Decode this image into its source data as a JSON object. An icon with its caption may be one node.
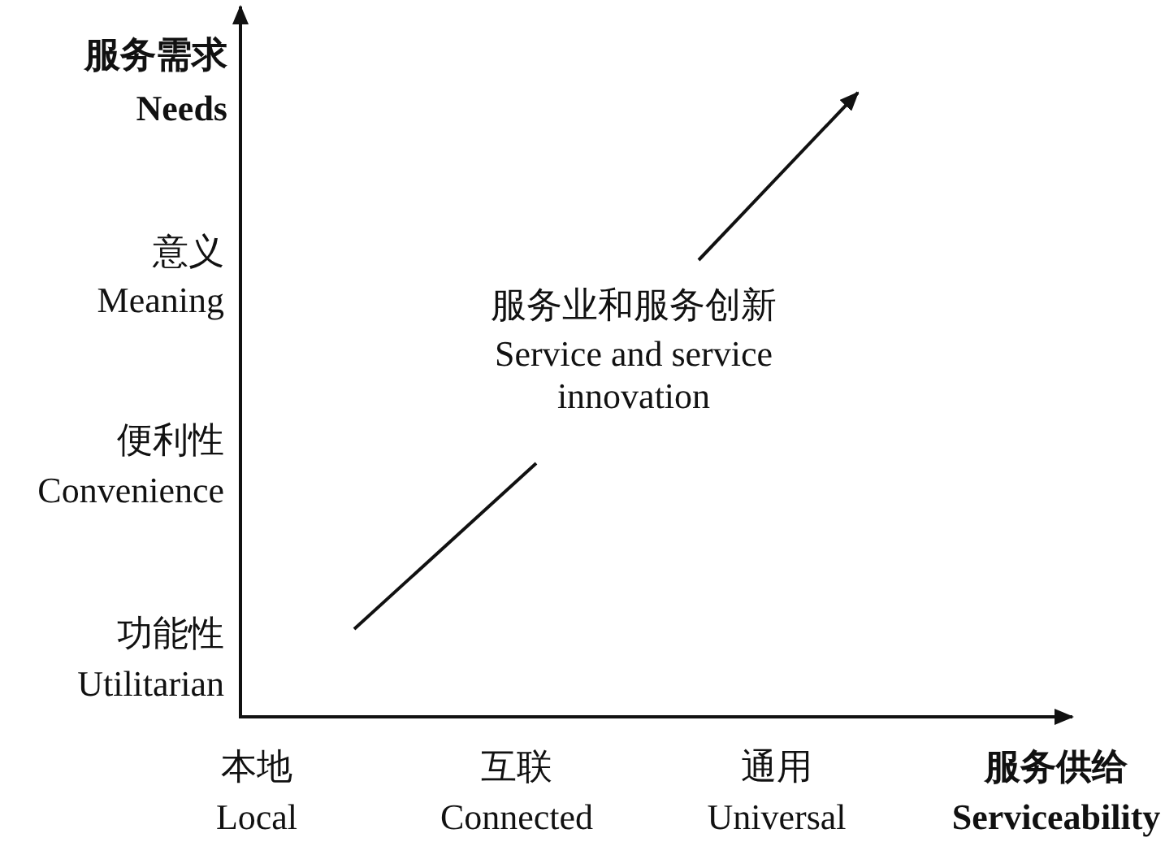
{
  "diagram": {
    "labels": [
      "服务需求",
      "Needs",
      "意义",
      "Meaning",
      "便利性",
      "Convenience",
      "服务业和服务创新",
      "Service and service innovation",
      "功能性",
      "Utilitarian",
      "本地",
      "Local",
      "互联",
      "Connected",
      "通用",
      "Universal",
      "服务供给",
      "Serviceability"
    ]
  }
}
